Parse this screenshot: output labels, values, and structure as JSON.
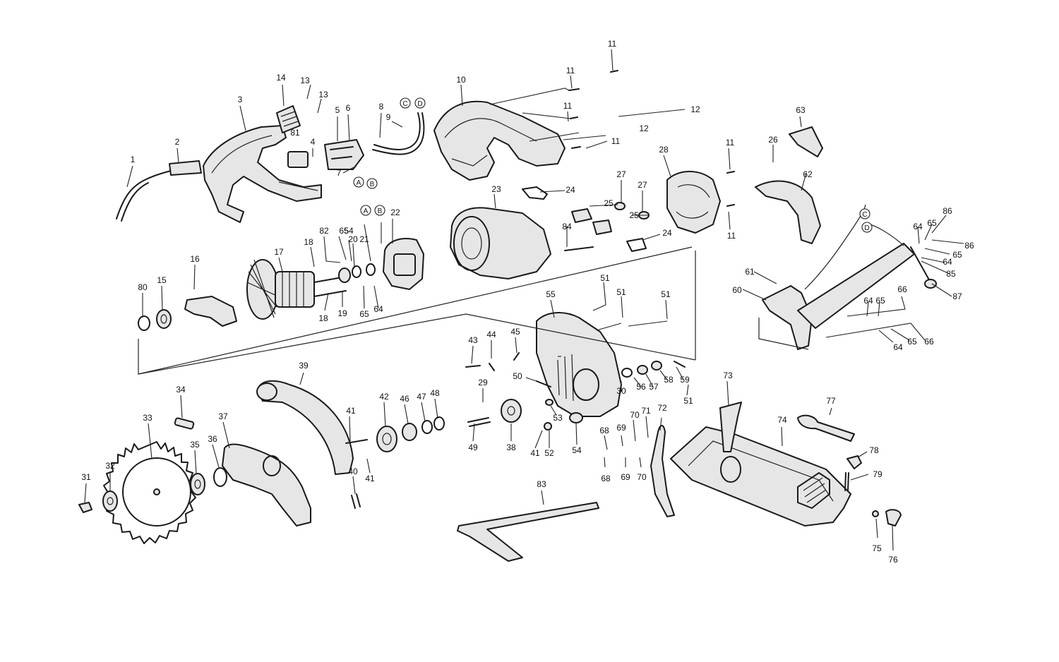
{
  "diagram": {
    "type": "exploded-parts-diagram",
    "callouts": [
      "1",
      "2",
      "3",
      "4",
      "5",
      "6",
      "7",
      "8",
      "9",
      "10",
      "11",
      "12",
      "13",
      "14",
      "15",
      "16",
      "17",
      "18",
      "19",
      "20",
      "21",
      "22",
      "23",
      "24",
      "25",
      "26",
      "27",
      "28",
      "29",
      "30",
      "31",
      "32",
      "33",
      "34",
      "35",
      "36",
      "37",
      "38",
      "39",
      "40",
      "41",
      "42",
      "43",
      "44",
      "45",
      "46",
      "47",
      "48",
      "49",
      "50",
      "51",
      "52",
      "53",
      "54",
      "55",
      "56",
      "57",
      "58",
      "59",
      "60",
      "61",
      "62",
      "63",
      "64",
      "65",
      "66",
      "68",
      "69",
      "70",
      "71",
      "72",
      "73",
      "74",
      "75",
      "76",
      "77",
      "78",
      "79",
      "80",
      "81",
      "82",
      "83",
      "84",
      "85",
      "86",
      "87"
    ],
    "connector_markers": [
      "A",
      "B",
      "C",
      "D"
    ]
  }
}
